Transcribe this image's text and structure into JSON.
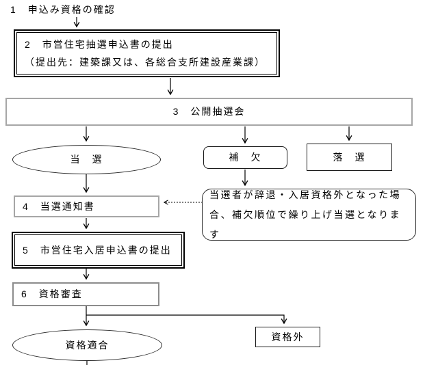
{
  "flowchart": {
    "step1_label": "1　申込み資格の確認",
    "step2": {
      "line1": "2　市営住宅抽選申込書の提出",
      "line2": "（提出先：建築課又は、各総合支所建設産業課）"
    },
    "step3_label": "3　公開抽選会",
    "outcome_win": "当　選",
    "outcome_waitlist": "補　欠",
    "outcome_lose": "落　選",
    "step4_label": "4　当選通知書",
    "waitlist_note": {
      "line1": "当選者が辞退・入居資格外となった場",
      "line2": "合、補欠順位で繰り上げ当選となります"
    },
    "step5_label": "5　市営住宅入居申込書の提出",
    "step6_label": "6　資格審査",
    "result_qualified": "資格適合",
    "result_unqualified": "資格外"
  },
  "colors": {
    "background": "#ffffff",
    "line": "#000000",
    "gray_border": "#a6a6a6",
    "text": "#000000"
  }
}
